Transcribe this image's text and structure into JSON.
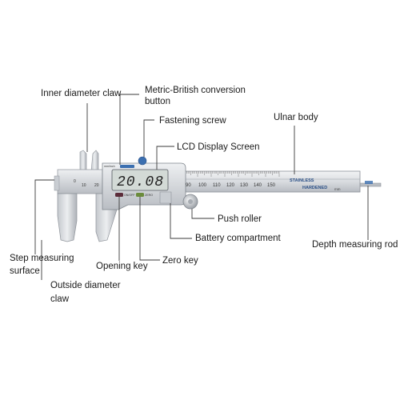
{
  "labels": {
    "inner_diameter_claw": "Inner diameter claw",
    "metric_british_conversion_button": "Metric-British conversion button",
    "fastening_screw": "Fastening screw",
    "lcd_display_screen": "LCD Display Screen",
    "ulnar_body": "Ulnar body",
    "push_roller": "Push roller",
    "battery_compartment": "Battery compartment",
    "depth_measuring_rod": "Depth measuring rod",
    "step_measuring_surface": "Step measuring surface",
    "opening_key": "Opening key",
    "zero_key": "Zero key",
    "outside_diameter_claw": "Outside diameter claw"
  },
  "device": {
    "display_value": "20.08",
    "beam_marking_1": "STAINLESS",
    "beam_marking_2": "HARDENED",
    "beam_unit": "mm",
    "scale_numbers": [
      "90",
      "100",
      "110",
      "120",
      "130",
      "140",
      "150"
    ],
    "head_scale_numbers": [
      "0",
      "10",
      "20"
    ],
    "button_labels": [
      "mm/inch",
      "ON/OFF",
      "ZERO"
    ]
  },
  "colors": {
    "leader_line": "#3a3a3a",
    "steel_light": "#e4e6e9",
    "steel_mid": "#c5c9ce",
    "steel_dark": "#8d9299",
    "lcd_bg": "#d3dad6",
    "lcd_text": "#222222",
    "accent_blue": "#3b6fb0"
  }
}
